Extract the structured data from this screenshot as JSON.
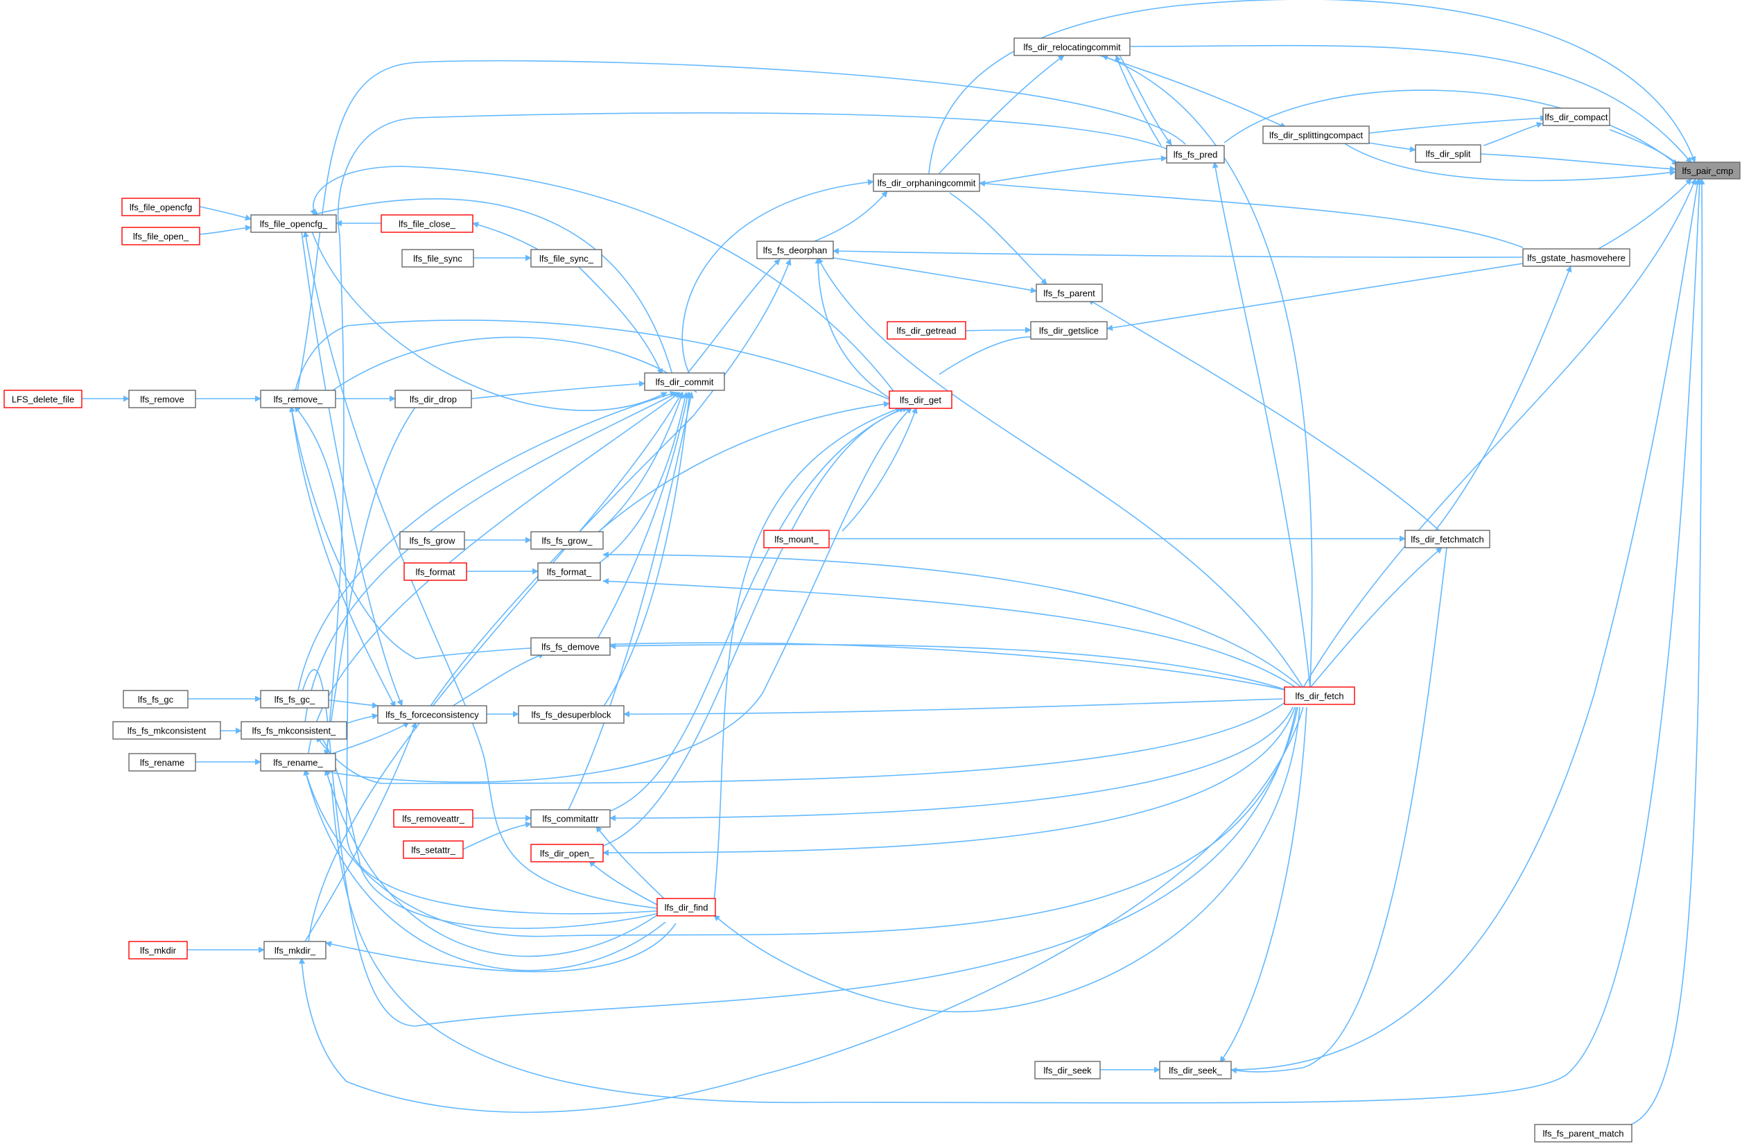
{
  "graph": {
    "root": "lfs_pair_cmp",
    "colors": {
      "edge": "#63b8ff",
      "node_border": "#666666",
      "truncated_border": "#ff0000",
      "root_fill": "#999999"
    },
    "nodes": [
      {
        "id": "lfs_pair_cmp",
        "label": "lfs_pair_cmp",
        "style": "root"
      },
      {
        "id": "lfs_dir_relocatingcommit",
        "label": "lfs_dir_relocatingcommit",
        "style": "normal"
      },
      {
        "id": "lfs_dir_compact",
        "label": "lfs_dir_compact",
        "style": "normal"
      },
      {
        "id": "lfs_dir_splittingcompact",
        "label": "lfs_dir_splittingcompact",
        "style": "normal"
      },
      {
        "id": "lfs_fs_pred",
        "label": "lfs_fs_pred",
        "style": "normal"
      },
      {
        "id": "lfs_dir_split",
        "label": "lfs_dir_split",
        "style": "normal"
      },
      {
        "id": "lfs_dir_orphaningcommit",
        "label": "lfs_dir_orphaningcommit",
        "style": "normal"
      },
      {
        "id": "lfs_file_opencfg",
        "label": "lfs_file_opencfg",
        "style": "truncated"
      },
      {
        "id": "lfs_file_opencfg_",
        "label": "lfs_file_opencfg_",
        "style": "normal"
      },
      {
        "id": "lfs_file_close_",
        "label": "lfs_file_close_",
        "style": "truncated"
      },
      {
        "id": "lfs_file_open_",
        "label": "lfs_file_open_",
        "style": "truncated"
      },
      {
        "id": "lfs_fs_deorphan",
        "label": "lfs_fs_deorphan",
        "style": "normal"
      },
      {
        "id": "lfs_gstate_hasmovehere",
        "label": "lfs_gstate_hasmovehere",
        "style": "normal"
      },
      {
        "id": "lfs_file_sync",
        "label": "lfs_file_sync",
        "style": "normal"
      },
      {
        "id": "lfs_file_sync_",
        "label": "lfs_file_sync_",
        "style": "normal"
      },
      {
        "id": "lfs_fs_parent",
        "label": "lfs_fs_parent",
        "style": "normal"
      },
      {
        "id": "lfs_dir_getread",
        "label": "lfs_dir_getread",
        "style": "truncated"
      },
      {
        "id": "lfs_dir_getslice",
        "label": "lfs_dir_getslice",
        "style": "normal"
      },
      {
        "id": "lfs_dir_commit",
        "label": "lfs_dir_commit",
        "style": "normal"
      },
      {
        "id": "LFS_delete_file",
        "label": "LFS_delete_file",
        "style": "truncated"
      },
      {
        "id": "lfs_remove",
        "label": "lfs_remove",
        "style": "normal"
      },
      {
        "id": "lfs_remove_",
        "label": "lfs_remove_",
        "style": "normal"
      },
      {
        "id": "lfs_dir_drop",
        "label": "lfs_dir_drop",
        "style": "normal"
      },
      {
        "id": "lfs_dir_get",
        "label": "lfs_dir_get",
        "style": "truncated"
      },
      {
        "id": "lfs_fs_grow",
        "label": "lfs_fs_grow",
        "style": "normal"
      },
      {
        "id": "lfs_fs_grow_",
        "label": "lfs_fs_grow_",
        "style": "normal"
      },
      {
        "id": "lfs_mount_",
        "label": "lfs_mount_",
        "style": "truncated"
      },
      {
        "id": "lfs_dir_fetchmatch",
        "label": "lfs_dir_fetchmatch",
        "style": "normal"
      },
      {
        "id": "lfs_format",
        "label": "lfs_format",
        "style": "truncated"
      },
      {
        "id": "lfs_format_",
        "label": "lfs_format_",
        "style": "normal"
      },
      {
        "id": "lfs_fs_demove",
        "label": "lfs_fs_demove",
        "style": "normal"
      },
      {
        "id": "lfs_fs_gc",
        "label": "lfs_fs_gc",
        "style": "normal"
      },
      {
        "id": "lfs_fs_gc_",
        "label": "lfs_fs_gc_",
        "style": "normal"
      },
      {
        "id": "lfs_dir_fetch",
        "label": "lfs_dir_fetch",
        "style": "truncated"
      },
      {
        "id": "lfs_fs_forceconsistency",
        "label": "lfs_fs_forceconsistency",
        "style": "normal"
      },
      {
        "id": "lfs_fs_desuperblock",
        "label": "lfs_fs_desuperblock",
        "style": "normal"
      },
      {
        "id": "lfs_fs_mkconsistent",
        "label": "lfs_fs_mkconsistent",
        "style": "normal"
      },
      {
        "id": "lfs_fs_mkconsistent_",
        "label": "lfs_fs_mkconsistent_",
        "style": "normal"
      },
      {
        "id": "lfs_rename",
        "label": "lfs_rename",
        "style": "normal"
      },
      {
        "id": "lfs_rename_",
        "label": "lfs_rename_",
        "style": "normal"
      },
      {
        "id": "lfs_removeattr_",
        "label": "lfs_removeattr_",
        "style": "truncated"
      },
      {
        "id": "lfs_commitattr",
        "label": "lfs_commitattr",
        "style": "normal"
      },
      {
        "id": "lfs_setattr_",
        "label": "lfs_setattr_",
        "style": "truncated"
      },
      {
        "id": "lfs_dir_open_",
        "label": "lfs_dir_open_",
        "style": "truncated"
      },
      {
        "id": "lfs_dir_find",
        "label": "lfs_dir_find",
        "style": "truncated"
      },
      {
        "id": "lfs_mkdir",
        "label": "lfs_mkdir",
        "style": "truncated"
      },
      {
        "id": "lfs_mkdir_",
        "label": "lfs_mkdir_",
        "style": "normal"
      },
      {
        "id": "lfs_dir_seek",
        "label": "lfs_dir_seek",
        "style": "normal"
      },
      {
        "id": "lfs_dir_seek_",
        "label": "lfs_dir_seek_",
        "style": "normal"
      },
      {
        "id": "lfs_fs_parent_match",
        "label": "lfs_fs_parent_match",
        "style": "normal"
      }
    ]
  }
}
